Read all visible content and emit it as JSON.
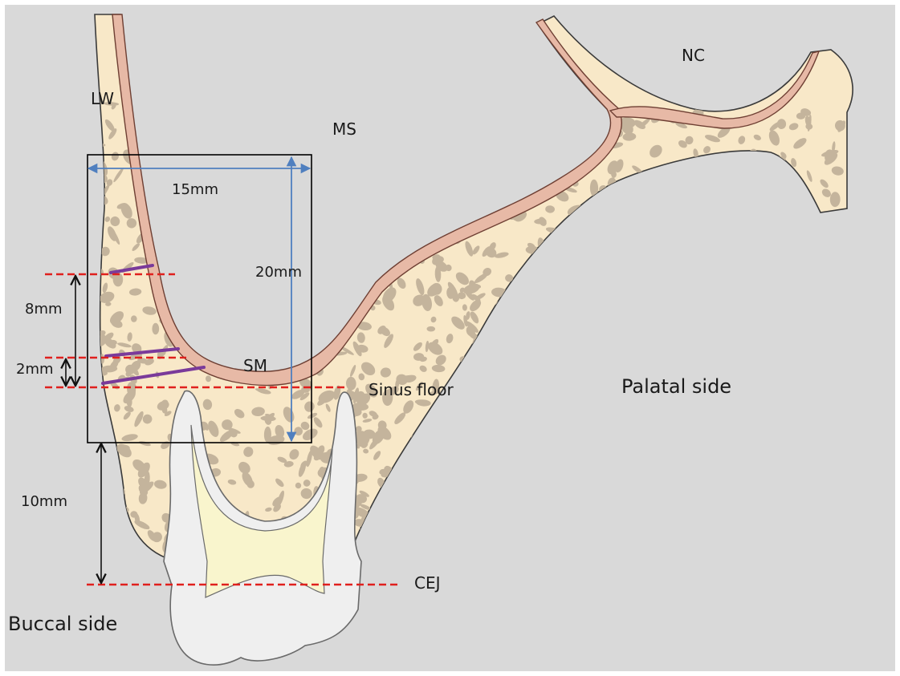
{
  "labels": {
    "lw": "LW",
    "ms": "MS",
    "nc": "NC",
    "sm": "SM",
    "sinus_floor": "Sinus floor",
    "palatal_side": "Palatal side",
    "buccal_side": "Buccal side",
    "cej": "CEJ"
  },
  "measurements": {
    "width": "15mm",
    "height": "20mm",
    "m8": "8mm",
    "m2": "2mm",
    "m10": "10mm"
  },
  "colors": {
    "background": "#d9d9d9",
    "bone": "#f8e8c8",
    "trabecula": "#c4b49c",
    "mucosa": "#e7b9a6",
    "mucosa_edge": "#6e3f33",
    "tooth": "#efefef",
    "tooth_edge": "#6a6a6a",
    "pulp": "#f9f5cd",
    "reference_line": "#e0201d",
    "cut_line": "#7a3a9a",
    "dimension_arrow": "#4f7fbf",
    "frame": "#000000"
  }
}
